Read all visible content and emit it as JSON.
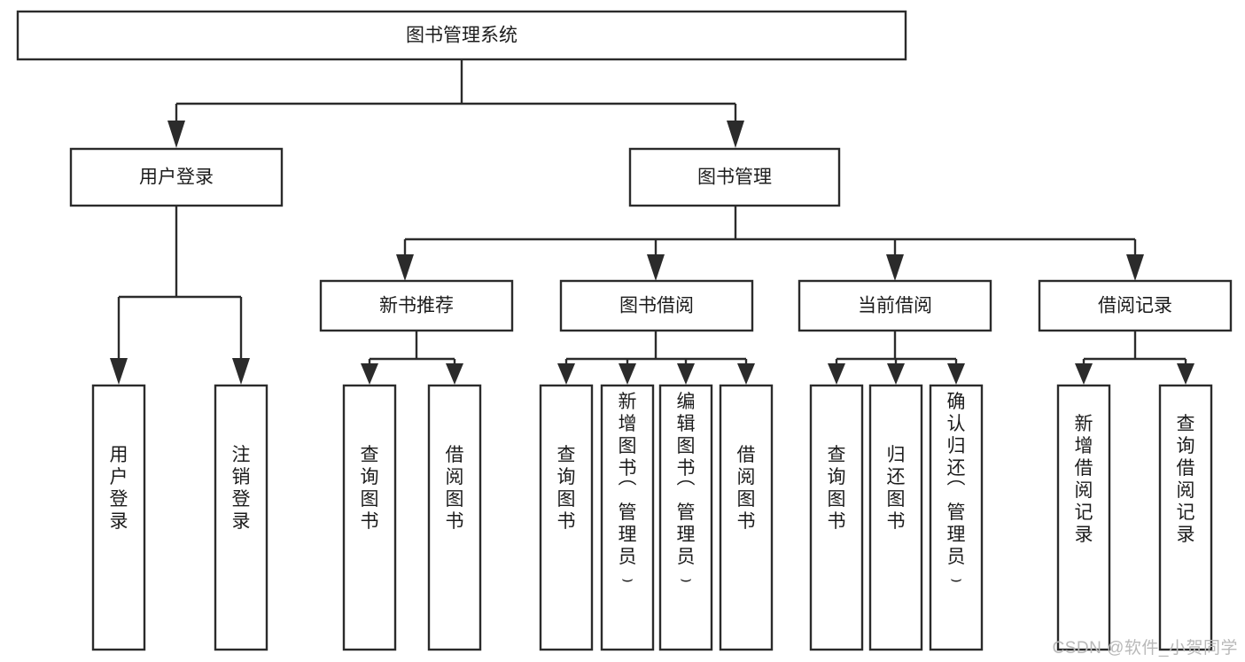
{
  "diagram": {
    "type": "tree-hierarchy-diagram",
    "title": "图书管理系统",
    "watermark": "CSDN @软件_小贺同学",
    "colors": {
      "box_stroke": "#2b2b2b",
      "box_fill": "#ffffff",
      "connector": "#2b2b2b",
      "text": "#1c1c1c",
      "watermark": "#b9b9b9",
      "background": "#ffffff"
    },
    "levels": {
      "root": {
        "label": "图书管理系统"
      },
      "level2": [
        {
          "label": "用户登录"
        },
        {
          "label": "图书管理"
        }
      ],
      "level3": [
        {
          "label": "新书推荐"
        },
        {
          "label": "图书借阅"
        },
        {
          "label": "当前借阅"
        },
        {
          "label": "借阅记录"
        }
      ]
    },
    "leaves": {
      "user_login": [
        {
          "label": "用户登录"
        },
        {
          "label": "注销登录"
        }
      ],
      "new_book_recommend": [
        {
          "label": "查询图书"
        },
        {
          "label": "借阅图书"
        }
      ],
      "book_borrow": [
        {
          "label": "查询图书"
        },
        {
          "label": "新增图书（管理员）"
        },
        {
          "label": "编辑图书（管理员）"
        },
        {
          "label": "借阅图书"
        }
      ],
      "current_borrow": [
        {
          "label": "查询图书"
        },
        {
          "label": "归还图书"
        },
        {
          "label": "确认归还（管理员）"
        }
      ],
      "borrow_record": [
        {
          "label": "新增借阅记录"
        },
        {
          "label": "查询借阅记录"
        }
      ]
    }
  }
}
